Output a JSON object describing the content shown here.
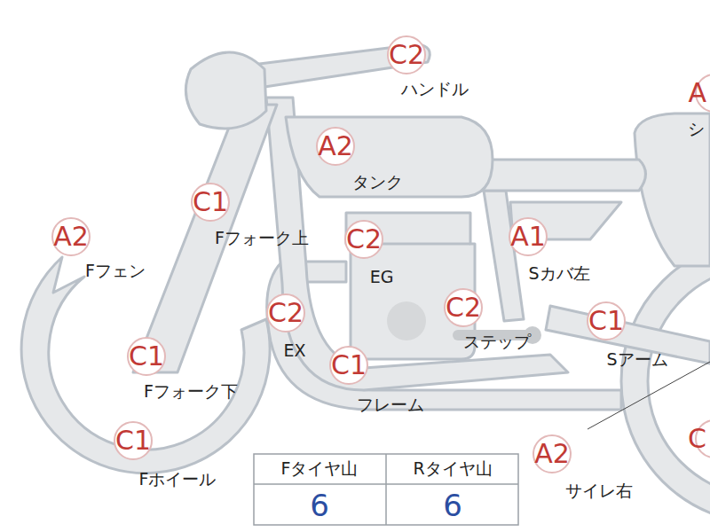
{
  "diagram": {
    "nodes": [
      {
        "text": [
          "C2",
          "ハンドル"
        ]
      },
      {
        "text": [
          "A",
          "シ"
        ]
      },
      {
        "text": [
          "A2",
          "タンク"
        ]
      },
      {
        "text": [
          "C1",
          "Fフォーク上"
        ]
      },
      {
        "text": [
          "A2",
          "Fフェン"
        ]
      },
      {
        "text": [
          "C2",
          "EG"
        ]
      },
      {
        "text": [
          "A1",
          "Sカバ左"
        ]
      },
      {
        "text": [
          "C2",
          "ステップ"
        ]
      },
      {
        "text": [
          "C2",
          "EX"
        ]
      },
      {
        "text": [
          "C1",
          "Sアーム"
        ]
      },
      {
        "text": [
          "C1",
          "Fフォーク下"
        ]
      },
      {
        "text": [
          "C1",
          "フレーム"
        ]
      },
      {
        "text": [
          "C"
        ]
      },
      {
        "text": [
          "C1",
          "Fホイール"
        ]
      },
      {
        "text": [
          "A2",
          "サイレ右"
        ]
      }
    ],
    "edges": [],
    "labels": [
      "Fタイヤ山",
      "Rタイヤ山",
      "6",
      "6"
    ]
  }
}
